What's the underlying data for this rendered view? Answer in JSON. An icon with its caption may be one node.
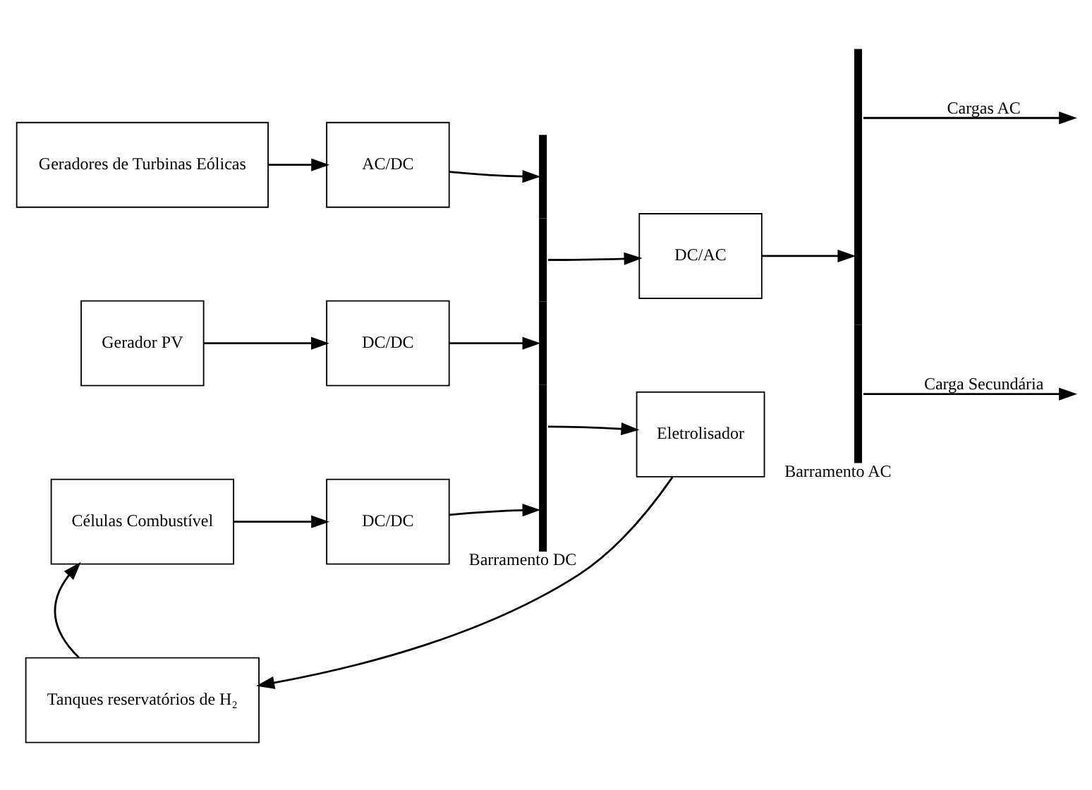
{
  "diagram": {
    "nodes": [
      {
        "text": [
          "Geradores de Turbinas Eólicas"
        ]
      },
      {
        "text": [
          "AC/DC"
        ]
      },
      {
        "text": [
          "Barramento DC"
        ]
      },
      {
        "text": [
          "Barramento AC"
        ]
      },
      {
        "text": [
          "Gerador PV"
        ]
      },
      {
        "text": [
          "DC/DC"
        ]
      },
      {
        "text": [
          "DC/AC"
        ]
      },
      {
        "text": [
          "Células Combustível"
        ]
      },
      {
        "text": [
          "DC/DC"
        ]
      },
      {
        "text": [
          "Eletrolisador"
        ]
      },
      {
        "text": [
          "Tanques reservatórios de H₂"
        ]
      }
    ],
    "edges": [
      {
        "from": 0,
        "to": 1,
        "arrow": "to"
      },
      {
        "from": 1,
        "to": 2,
        "arrow": "to"
      },
      {
        "from": 3,
        "to": null,
        "arrow": "to",
        "label": "Cargas AC"
      },
      {
        "from": 4,
        "to": 5,
        "arrow": "to"
      },
      {
        "from": 5,
        "to": 2,
        "arrow": "to"
      },
      {
        "from": 2,
        "to": 6,
        "arrow": "to"
      },
      {
        "from": 6,
        "to": 3,
        "arrow": "to"
      },
      {
        "from": 7,
        "to": 8,
        "arrow": "to"
      },
      {
        "from": 8,
        "to": 2,
        "arrow": "to"
      },
      {
        "from": 2,
        "to": 9,
        "arrow": "to"
      },
      {
        "from": 3,
        "to": null,
        "arrow": "to",
        "label": "Carga Secundária"
      },
      {
        "from": 9,
        "to": 10,
        "arrow": "to"
      },
      {
        "from": 10,
        "to": 7,
        "arrow": "to"
      }
    ]
  }
}
